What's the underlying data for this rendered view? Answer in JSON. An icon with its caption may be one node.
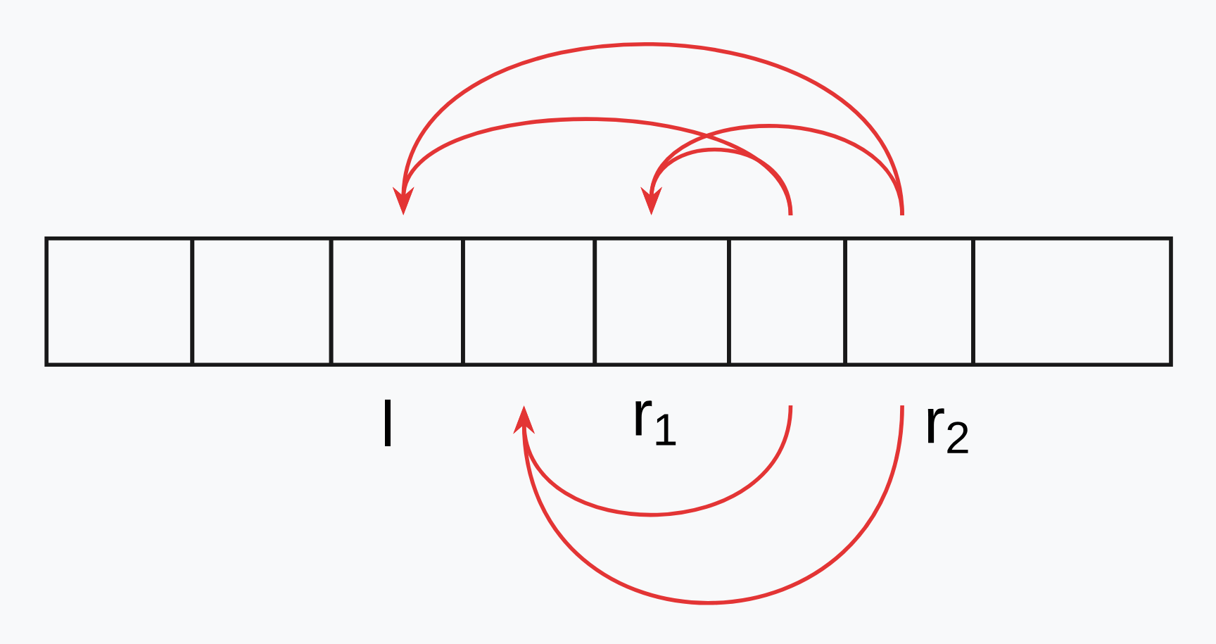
{
  "diagram": {
    "nodes": [
      {
        "text": [],
        "shape": "box"
      },
      {
        "text": [],
        "shape": "box"
      },
      {
        "text": [],
        "shape": "box"
      },
      {
        "text": [],
        "shape": "box"
      },
      {
        "text": [],
        "shape": "box"
      },
      {
        "text": [],
        "shape": "box"
      },
      {
        "text": [],
        "shape": "box"
      },
      {
        "text": [],
        "shape": "box"
      }
    ],
    "edges": [
      {
        "from": 5,
        "to": 2,
        "arrow": "to"
      },
      {
        "from": 6,
        "to": 2,
        "arrow": "to"
      },
      {
        "from": 5,
        "to": 4,
        "arrow": "to"
      },
      {
        "from": 6,
        "to": 4,
        "arrow": "to"
      },
      {
        "from": 5,
        "to": 3,
        "arrow": "to"
      },
      {
        "from": 6,
        "to": 3,
        "arrow": "to"
      }
    ],
    "labels": [
      "l",
      "r$_{1}$",
      "r$_{2}$"
    ]
  }
}
